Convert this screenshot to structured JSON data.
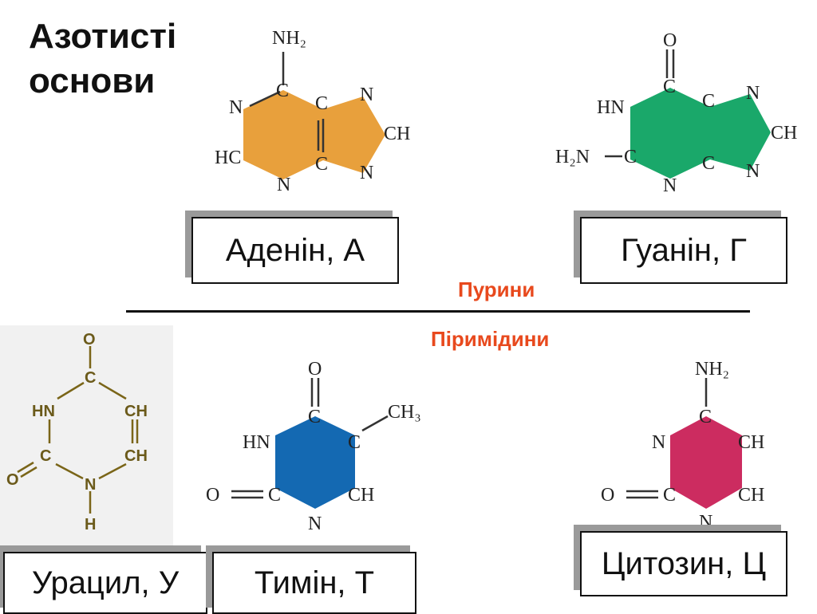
{
  "title": {
    "line1": "Азотисті",
    "line2": "основи"
  },
  "groups": {
    "purines": "Пурини",
    "pyrimidines": "Піримідини"
  },
  "colors": {
    "adenine": "#e8a03c",
    "guanine": "#1aa86a",
    "thymine": "#1469b2",
    "cytosine": "#cc2c60",
    "uracil": "#7a6518",
    "group_label": "#e8491d"
  },
  "labels": {
    "adenine": "Аденін, А",
    "guanine": "Гуанін, Г",
    "uracil": "Урацил, У",
    "thymine": "Тимін, Т",
    "cytosine": "Цитозин, Ц"
  },
  "atoms": {
    "adenine": {
      "sub": "NH₂",
      "c_top": "C",
      "n1": "N",
      "c_fuse_top": "C",
      "n7": "N",
      "ch8": "CH",
      "hc": "HC",
      "c_fuse_bot": "C",
      "n9": "N",
      "n3": "N"
    },
    "guanine": {
      "o": "O",
      "c_top": "C",
      "hn": "HN",
      "c_fuse_top": "C",
      "n7": "N",
      "ch8": "CH",
      "h2n": "H₂N",
      "c2": "C",
      "c_fuse_bot": "C",
      "n9": "N",
      "n3": "N"
    },
    "uracil": {
      "o_top": "O",
      "c4": "C",
      "hn": "HN",
      "ch5": "CH",
      "o_left": "O",
      "c2": "C",
      "ch6": "CH",
      "n1": "N",
      "h": "H"
    },
    "thymine": {
      "o_top": "O",
      "c4": "C",
      "ch3": "CH₃",
      "hn": "HN",
      "c5": "C",
      "o_left": "O",
      "c2": "C",
      "ch6": "CH",
      "n1": "N"
    },
    "cytosine": {
      "sub": "NH₂",
      "c4": "C",
      "n3": "N",
      "ch5": "CH",
      "o_left": "O",
      "c2": "C",
      "ch6": "CH",
      "n1": "N"
    }
  }
}
